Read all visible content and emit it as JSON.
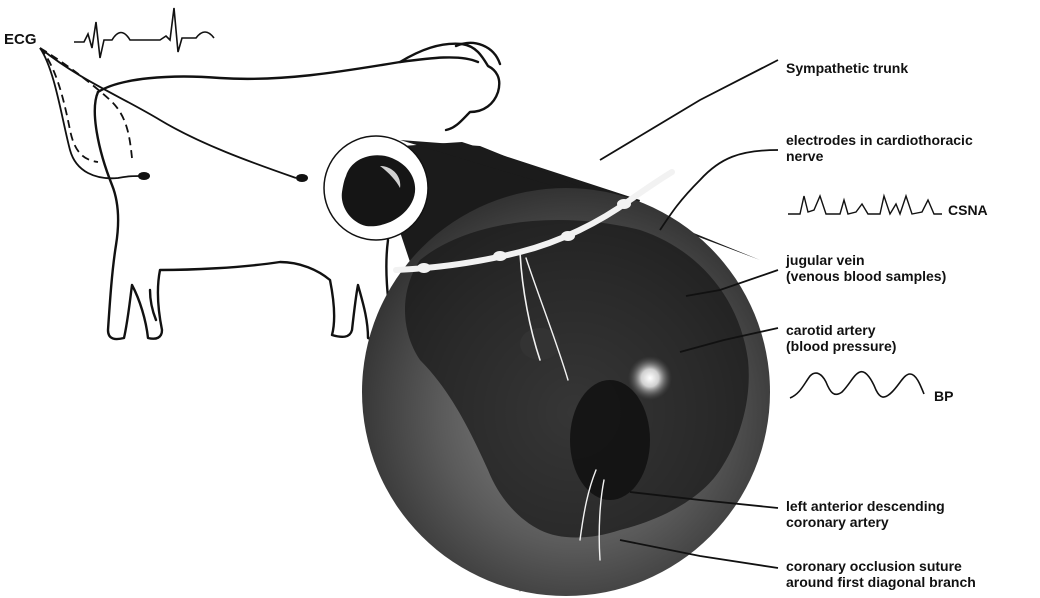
{
  "labels": {
    "ecg": "ECG",
    "sympathetic_trunk": "Sympathetic trunk",
    "electrodes_l1": "electrodes in cardiothoracic",
    "electrodes_l2": "nerve",
    "csna": "CSNA",
    "jugular_l1": "jugular vein",
    "jugular_l2": "(venous blood samples)",
    "carotid_l1": "carotid artery",
    "carotid_l2": "(blood pressure)",
    "bp": "BP",
    "lad_l1": "left anterior descending",
    "lad_l2": "coronary artery",
    "occlusion_l1": "coronary occlusion suture",
    "occlusion_l2": "around first diagonal branch"
  },
  "colors": {
    "ink": "#111111",
    "circle_dark": "#151515",
    "circle_light": "#8a8a8a",
    "nerve": "#f2f2f2"
  }
}
